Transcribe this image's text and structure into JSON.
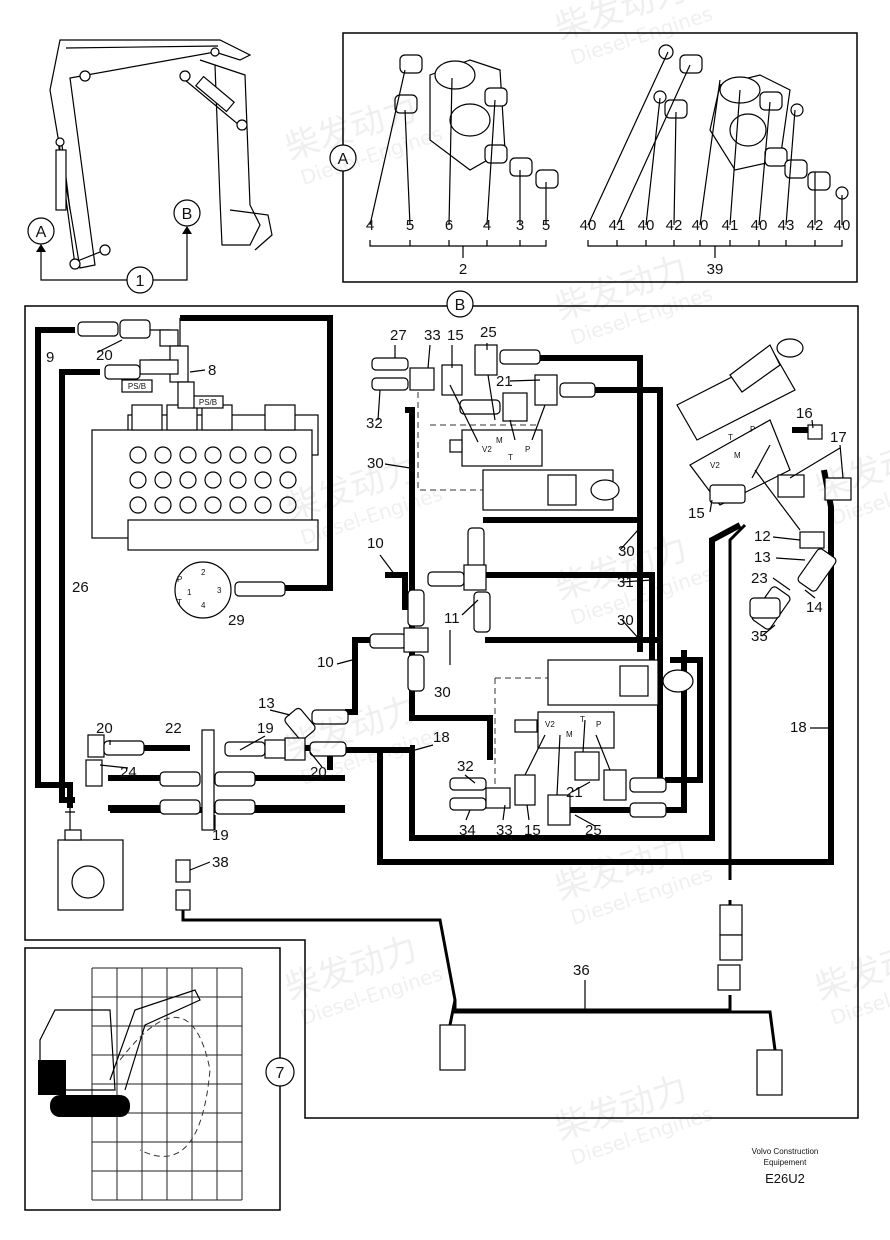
{
  "callouts": {
    "A": "A",
    "B": "B",
    "one": "1",
    "seven": "7"
  },
  "detailA": {
    "labels": [
      "4",
      "5",
      "6",
      "4",
      "3",
      "5"
    ],
    "assembly": "2"
  },
  "detailA2": {
    "labels": [
      "40",
      "41",
      "40",
      "42",
      "40",
      "41",
      "40",
      "43",
      "42",
      "40"
    ],
    "assembly": "39"
  },
  "valve_tags": {
    "psb_left": "PS/B",
    "psb_right": "PS/B",
    "port_v2": "V2",
    "port_m": "M",
    "port_t": "T",
    "port_p": "P"
  },
  "dial": {
    "p": "P",
    "t": "T",
    "one": "1",
    "two": "2",
    "three": "3",
    "four": "4"
  },
  "part_numbers": {
    "n8": "8",
    "n9": "9",
    "n10a": "10",
    "n10b": "10",
    "n11": "11",
    "n12": "12",
    "n13a": "13",
    "n13b": "13",
    "n14": "14",
    "n15a": "15",
    "n15b": "15",
    "n15c": "15",
    "n16": "16",
    "n17": "17",
    "n18a": "18",
    "n18b": "18",
    "n19a": "19",
    "n19b": "19",
    "n20a": "20",
    "n20b": "20",
    "n20c": "20",
    "n21a": "21",
    "n21b": "21",
    "n22": "22",
    "n23": "23",
    "n24": "24",
    "n25a": "25",
    "n25b": "25",
    "n26": "26",
    "n27": "27",
    "n29": "29",
    "n30a": "30",
    "n30b": "30",
    "n30c": "30",
    "n30d": "30",
    "n31": "31",
    "n32a": "32",
    "n32b": "32",
    "n33a": "33",
    "n33b": "33",
    "n34": "34",
    "n35": "35",
    "n36": "36",
    "n38": "38"
  },
  "footer": {
    "company_line1": "Volvo Construction",
    "company_line2": "Equipement",
    "drawing_code": "E26U2"
  },
  "watermark": {
    "cn": "柴发动力",
    "en": "Diesel-Engines"
  }
}
